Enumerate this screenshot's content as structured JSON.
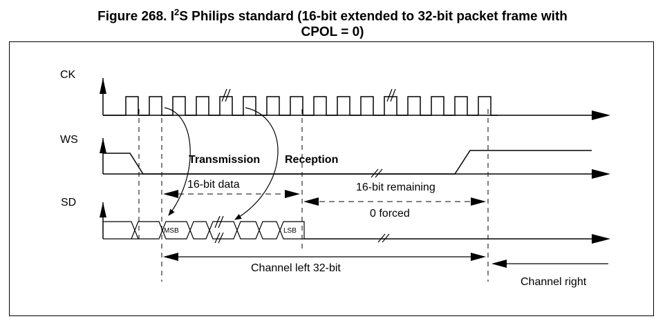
{
  "title": {
    "line1_prefix": "Figure 268. I",
    "superscript": "2",
    "line1_suffix": "S Philips standard (16-bit extended to 32-bit packet frame with",
    "line2": "CPOL = 0)"
  },
  "signals": {
    "ck": "CK",
    "ws": "WS",
    "sd": "SD"
  },
  "labels": {
    "transmission": "Transmission",
    "reception": "Reception",
    "data_16bit": "16-bit data",
    "remaining_16bit": "16-bit remaining",
    "zero_forced": "0 forced",
    "msb": "MSB",
    "lsb": "LSB",
    "channel_left": "Channel left 32-bit",
    "channel_right": "Channel right"
  }
}
